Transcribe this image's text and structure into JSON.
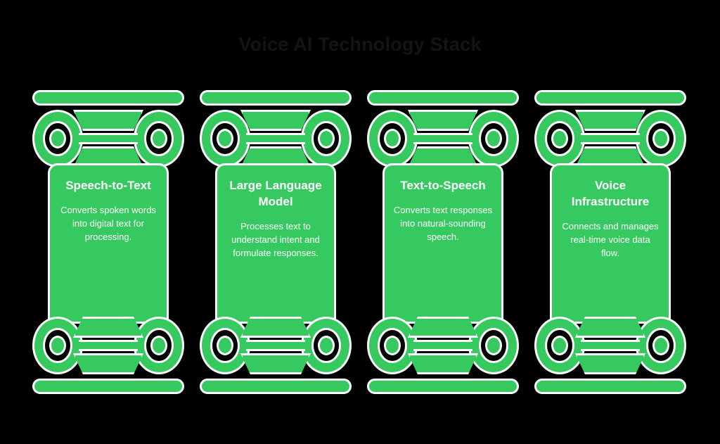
{
  "page": {
    "title": "Voice AI Technology Stack",
    "background_color": "#000000",
    "title_color": "#141414",
    "accent_color": "#35c95f",
    "outline_color": "#ffffff",
    "text_color": "#ffffff"
  },
  "columns": [
    {
      "title": "Speech-to-Text",
      "description": "Converts spoken words into digital text for processing.",
      "icon_top": "ionic-capital-icon",
      "icon_bottom": "ionic-base-icon"
    },
    {
      "title": "Large Language Model",
      "description": "Processes text to understand intent and formulate responses.",
      "icon_top": "ionic-capital-icon",
      "icon_bottom": "ionic-base-icon"
    },
    {
      "title": "Text-to-Speech",
      "description": "Converts text responses into natural-sounding speech.",
      "icon_top": "ionic-capital-icon",
      "icon_bottom": "ionic-base-icon"
    },
    {
      "title": "Voice Infrastructure",
      "description": "Connects and manages real-time voice data flow.",
      "icon_top": "ionic-capital-icon",
      "icon_bottom": "ionic-base-icon"
    }
  ]
}
